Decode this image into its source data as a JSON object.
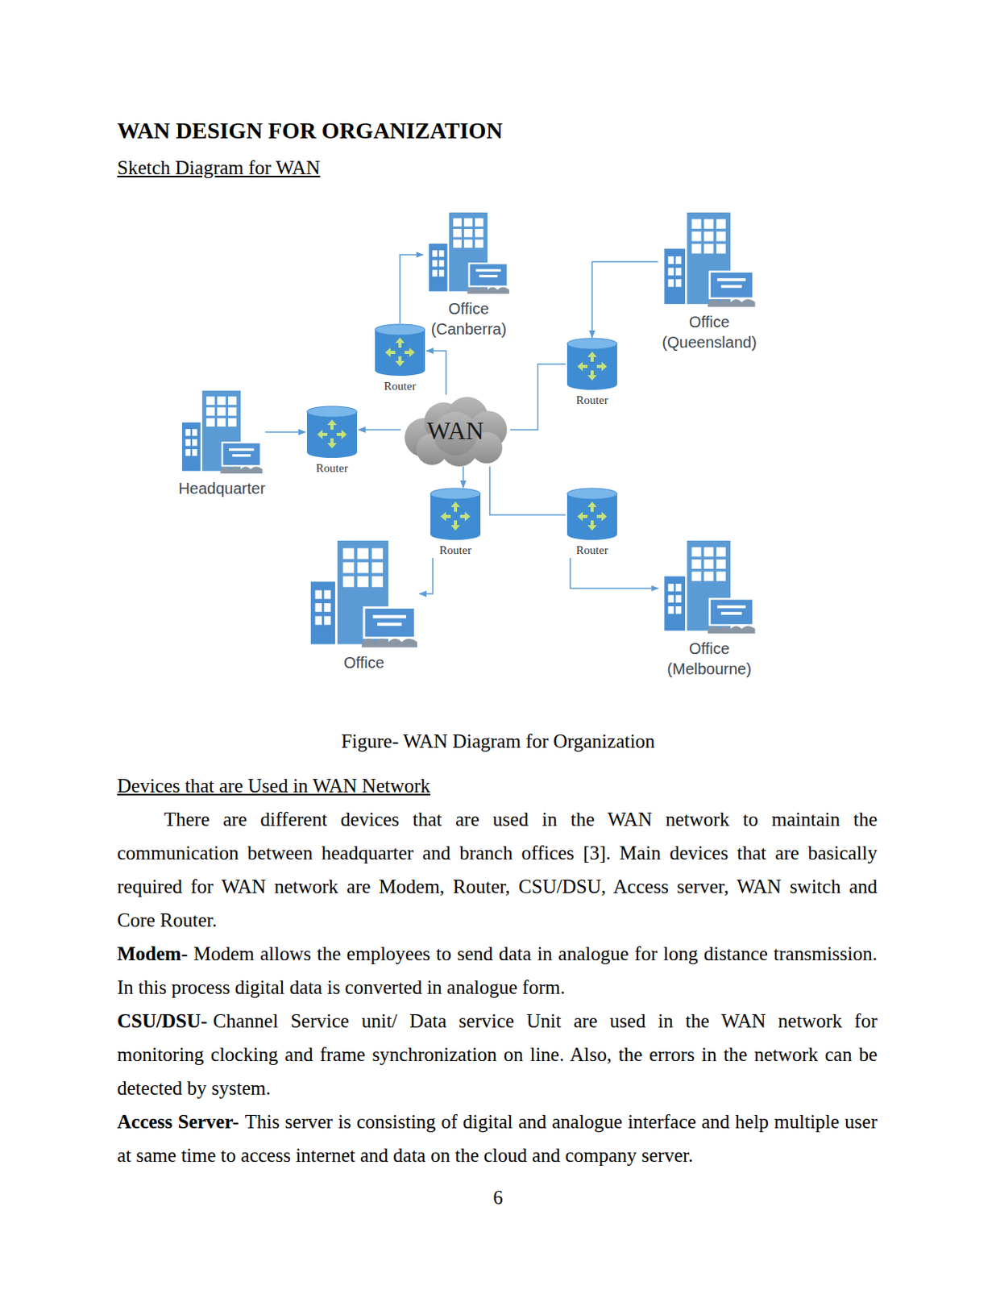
{
  "diagram": {
    "title": "WAN DESIGN FOR ORGANIZATION",
    "caption": "Figure- WAN Diagram for Organization",
    "nodes": [
      {
        "text": [
          "Office (Canberra)"
        ]
      },
      {
        "text": [
          "Office (Queensland)"
        ]
      },
      {
        "text": [
          "Router"
        ]
      },
      {
        "text": [
          "Router"
        ]
      },
      {
        "text": [
          "Headquarter"
        ]
      },
      {
        "text": [
          "Router"
        ]
      },
      {
        "text": [
          "WAN"
        ]
      },
      {
        "text": [
          "Router"
        ]
      },
      {
        "text": [
          "Router"
        ]
      },
      {
        "text": [
          "Office"
        ]
      },
      {
        "text": [
          "Office (Melbourne)"
        ]
      }
    ],
    "edges": [
      {
        "from": 2,
        "to": 0,
        "arrow": "to"
      },
      {
        "from": 6,
        "to": 2,
        "arrow": "to"
      },
      {
        "from": 1,
        "to": 3,
        "arrow": "to"
      },
      {
        "from": 6,
        "to": 3,
        "arrow": "none"
      },
      {
        "from": 4,
        "to": 5,
        "arrow": "to"
      },
      {
        "from": 6,
        "to": 5,
        "arrow": "to"
      },
      {
        "from": 6,
        "to": 7,
        "arrow": "to"
      },
      {
        "from": 7,
        "to": 9,
        "arrow": "to"
      },
      {
        "from": 6,
        "to": 8,
        "arrow": "none"
      },
      {
        "from": 8,
        "to": 10,
        "arrow": "to"
      }
    ],
    "labels": [
      "Sketch Diagram for WAN",
      "Devices that are Used in WAN Network",
      "There are different devices that are used in the WAN network to maintain the communication between headquarter and branch offices [3]. Main devices that are basically required for WAN network are Modem, Router, CSU/DSU, Access server, WAN switch and Core Router.",
      "Modem-",
      "Modem allows the employees to send data in analogue for long distance transmission. In this process digital data is converted in analogue form.",
      "CSU/DSU-",
      "Channel Service unit/ Data service Unit are used in the WAN network for monitoring clocking and frame synchronization on line. Also, the errors in the network can be detected by system.",
      "Access Server-",
      "This server is consisting of digital and analogue interface and help multiple user at same time to access internet and data on the cloud and company server.",
      "6"
    ]
  }
}
